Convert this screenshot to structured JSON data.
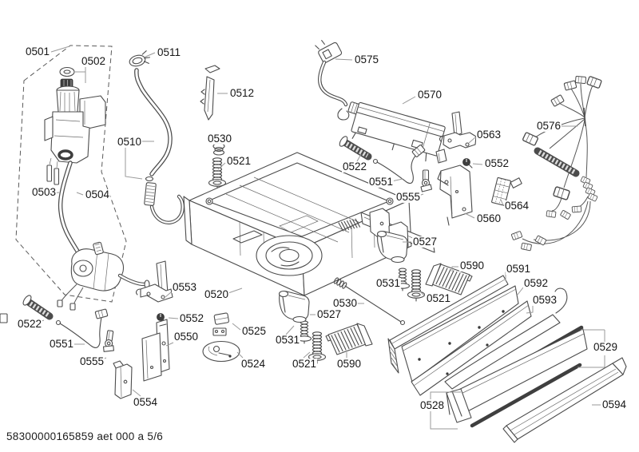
{
  "document": {
    "footer_text": "58300000165859 aet 000 a 5/6"
  },
  "diagram": {
    "labels": [
      "0501",
      "0502",
      "0511",
      "0512",
      "0510",
      "0530",
      "0521",
      "0575",
      "0570",
      "0563",
      "0576",
      "0552",
      "0522",
      "0551",
      "0555",
      "0564",
      "0560",
      "0503",
      "0504",
      "0527",
      "0590",
      "0591",
      "0592",
      "0593",
      "0531",
      "0521",
      "0553",
      "0520",
      "0530",
      "0527",
      "0552",
      "0525",
      "0550",
      "0531",
      "0522",
      "0551",
      "0555",
      "0524",
      "0521",
      "0590",
      "0529",
      "0554",
      "0528",
      "0594"
    ]
  }
}
